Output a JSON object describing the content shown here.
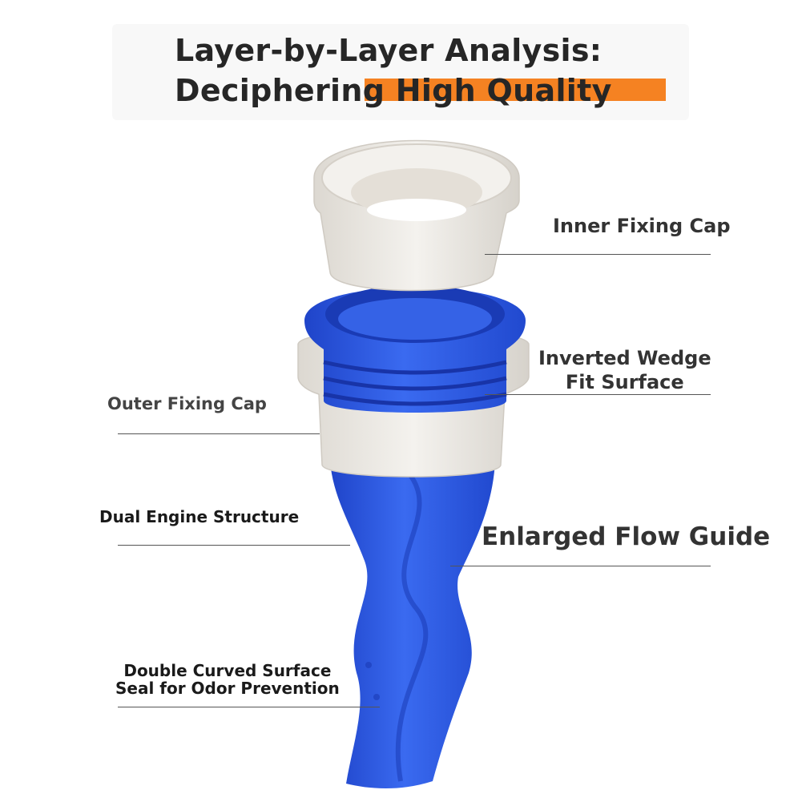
{
  "title": {
    "line1": "Layer-by-Layer Analysis:",
    "line2": "Deciphering High Quality"
  },
  "labels": {
    "inner_fixing_cap": "Inner Fixing Cap",
    "inverted_wedge_line1": "Inverted Wedge",
    "inverted_wedge_line2": "Fit Surface",
    "outer_fixing_cap": "Outer Fixing Cap",
    "dual_engine": "Dual Engine Structure",
    "enlarged_flow": "Enlarged Flow Guide",
    "double_curved_line1": "Double Curved Surface",
    "double_curved_line2": "Seal for Odor Prevention"
  },
  "colors": {
    "highlight": "#f58222",
    "silicone_blue": "#2f5ce0",
    "cap_white": "#ece9e3",
    "text": "#262626"
  }
}
